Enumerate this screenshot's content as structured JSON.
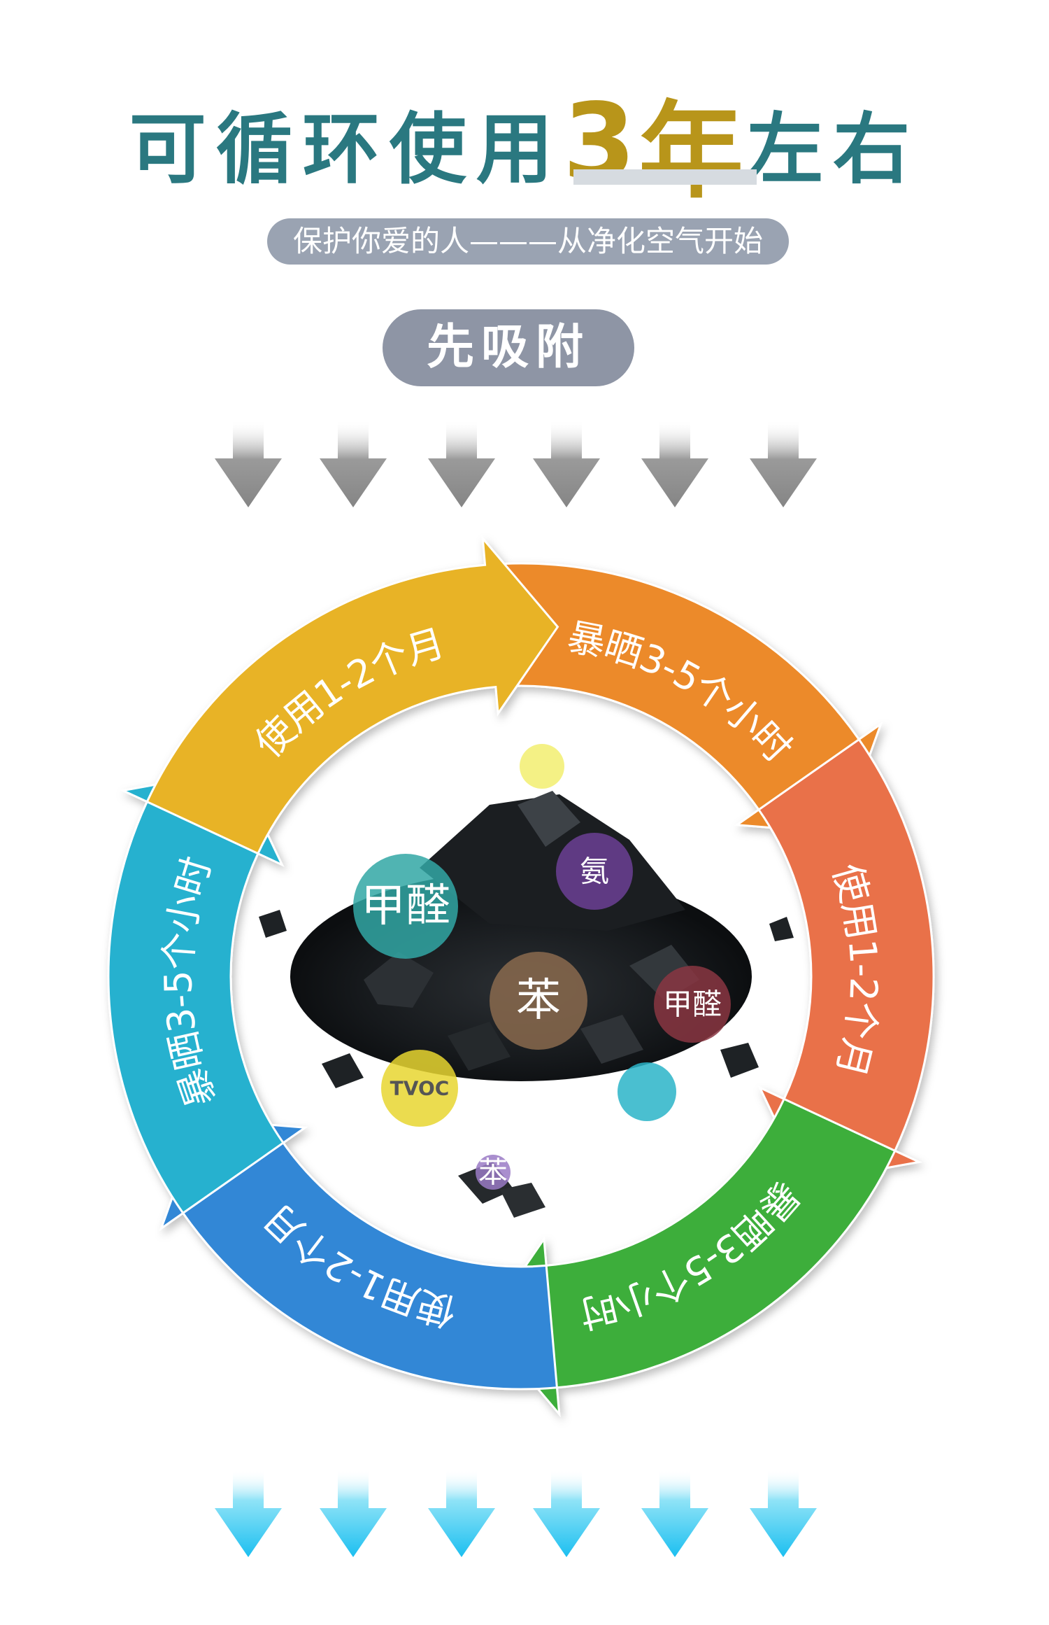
{
  "title": {
    "part1": "可循环使用",
    "number": "3",
    "unit": "年",
    "part2": "左右"
  },
  "subtitle": "保护你爱的人———从净化空气开始",
  "badge": "先吸附",
  "cycle": {
    "segments": [
      {
        "label": "暴晒3-5个小时",
        "color": "#ec8a2a"
      },
      {
        "label": "使用1-2个月",
        "color": "#e9714a"
      },
      {
        "label": "暴晒3-5个小时",
        "color": "#3cae3a"
      },
      {
        "label": "使用1-2个月",
        "color": "#3287d6"
      },
      {
        "label": "暴晒3-5个小时",
        "color": "#27b1cf"
      },
      {
        "label": "使用1-2个月",
        "color": "#e8b325"
      }
    ]
  },
  "pollutants": [
    {
      "label": "",
      "color": "#f2ef70"
    },
    {
      "label": "甲醛",
      "color": "#31a7a5"
    },
    {
      "label": "氨",
      "color": "#6b3f94"
    },
    {
      "label": "苯",
      "color": "#8a6a4e"
    },
    {
      "label": "甲醛",
      "color": "#8a3642"
    },
    {
      "label": "TVOC",
      "color": "#e8d630"
    },
    {
      "label": "",
      "color": "#2ab4c8"
    },
    {
      "label": "苯",
      "color": "#9a7ac6"
    }
  ],
  "colors": {
    "top_arrows": "#8c8c8c",
    "bottom_arrows": "#27c3ee"
  }
}
